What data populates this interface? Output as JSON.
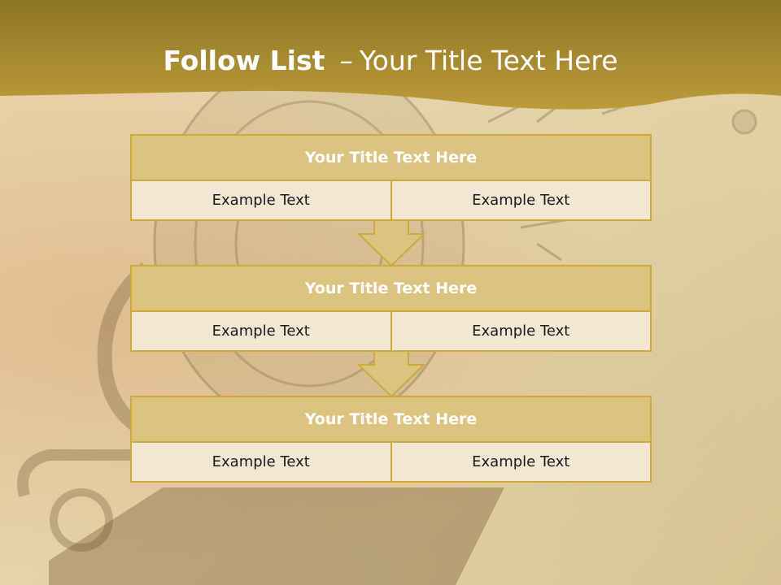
{
  "slide": {
    "title_bold": "Follow List",
    "title_separator": "–",
    "title_rest": "Your Title Text Here"
  },
  "blocks": [
    {
      "title": "Your Title Text Here",
      "cells": [
        "Example Text",
        "Example Text"
      ]
    },
    {
      "title": "Your Title Text Here",
      "cells": [
        "Example Text",
        "Example Text"
      ]
    },
    {
      "title": "Your Title Text Here",
      "cells": [
        "Example Text",
        "Example Text"
      ]
    }
  ],
  "colors": {
    "header": "#b39230",
    "title_fill": "#dcc480",
    "cell_fill": "#f1e7d3",
    "border": "#cfa93c"
  }
}
